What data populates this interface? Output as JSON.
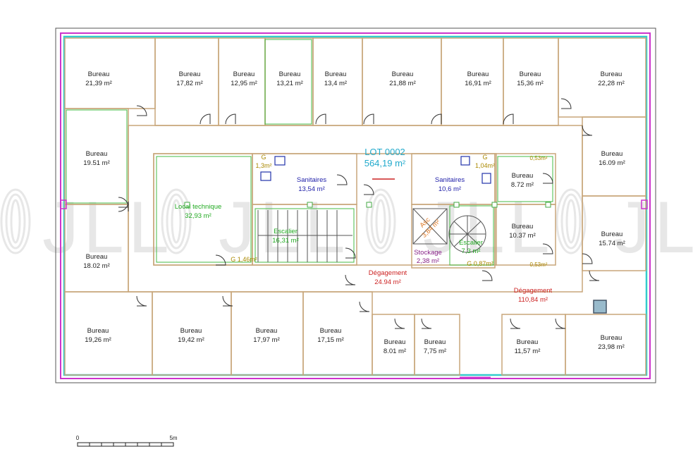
{
  "colors": {
    "wall": "#c8a67a",
    "outline": "#666666",
    "perimeter_cyan": "#33cccc",
    "perimeter_magenta": "#cc33cc",
    "black_label": "#222222",
    "green_label": "#22aa22",
    "blue_label": "#2222aa",
    "red_label": "#cc2222",
    "purple_label": "#882288",
    "cyan_label": "#22aacc",
    "orange_label": "#dd7722",
    "olive_label": "#aa8800",
    "watermark": "#bbbbbb",
    "column_fill": "#99bbcc"
  },
  "lot": {
    "title": "LOT 0002",
    "area": "564,19 m²"
  },
  "watermark": {
    "text": "JLL"
  },
  "rooms": [
    {
      "name": "Bureau",
      "area": "21,39 m²",
      "color": "black"
    },
    {
      "name": "Bureau",
      "area": "17,82 m²",
      "color": "black"
    },
    {
      "name": "Bureau",
      "area": "12,95 m²",
      "color": "black"
    },
    {
      "name": "Bureau",
      "area": "13,21 m²",
      "color": "black"
    },
    {
      "name": "Bureau",
      "area": "13,4 m²",
      "color": "black"
    },
    {
      "name": "Bureau",
      "area": "21,88 m²",
      "color": "black"
    },
    {
      "name": "Bureau",
      "area": "16,91 m²",
      "color": "black"
    },
    {
      "name": "Bureau",
      "area": "15,36 m²",
      "color": "black"
    },
    {
      "name": "Bureau",
      "area": "22,28 m²",
      "color": "black"
    },
    {
      "name": "Bureau",
      "area": "19.51 m²",
      "color": "black"
    },
    {
      "name": "Bureau",
      "area": "16.09 m²",
      "color": "black"
    },
    {
      "name": "Bureau",
      "area": "8.72 m²",
      "color": "black"
    },
    {
      "name": "Bureau",
      "area": "10.37 m²",
      "color": "black"
    },
    {
      "name": "Bureau",
      "area": "15.74 m²",
      "color": "black"
    },
    {
      "name": "Bureau",
      "area": "18.02 m²",
      "color": "black"
    },
    {
      "name": "Bureau",
      "area": "19,26 m²",
      "color": "black"
    },
    {
      "name": "Bureau",
      "area": "19,42 m²",
      "color": "black"
    },
    {
      "name": "Bureau",
      "area": "17,97 m²",
      "color": "black"
    },
    {
      "name": "Bureau",
      "area": "17,15 m²",
      "color": "black"
    },
    {
      "name": "Bureau",
      "area": "8.01 m²",
      "color": "black"
    },
    {
      "name": "Bureau",
      "area": "7,75 m²",
      "color": "black"
    },
    {
      "name": "Bureau",
      "area": "11,57 m²",
      "color": "black"
    },
    {
      "name": "Bureau",
      "area": "23,98 m²",
      "color": "black"
    },
    {
      "name": "Local technique",
      "area": "32,93 m²",
      "color": "green"
    },
    {
      "name": "Sanitaires",
      "area": "13,54 m²",
      "color": "blue"
    },
    {
      "name": "Sanitaires",
      "area": "10,6 m²",
      "color": "blue"
    },
    {
      "name": "Escalier",
      "area": "16,31 m²",
      "color": "green"
    },
    {
      "name": "Escalier",
      "area": "7,3 m²",
      "color": "green"
    },
    {
      "name": "Stockage",
      "area": "2,38 m²",
      "color": "purple"
    },
    {
      "name": "Asc",
      "area": "3,84 m²",
      "color": "orange"
    },
    {
      "name": "Dégagement",
      "area": "24.94 m²",
      "color": "red"
    },
    {
      "name": "Dégagement",
      "area": "110,84 m²",
      "color": "red"
    }
  ],
  "small_labels": [
    {
      "text": "G",
      "color": "olive"
    },
    {
      "text": "1,3m²",
      "color": "olive"
    },
    {
      "text": "G",
      "color": "olive"
    },
    {
      "text": "1,04m²",
      "color": "olive"
    },
    {
      "text": "G 1,46m²",
      "color": "olive"
    },
    {
      "text": "G 0,87m²",
      "color": "olive"
    },
    {
      "text": "0,53m²",
      "color": "olive"
    },
    {
      "text": "0,53m²",
      "color": "olive"
    }
  ],
  "scale_bar": {
    "start_label": "0",
    "end_label": "5m"
  }
}
